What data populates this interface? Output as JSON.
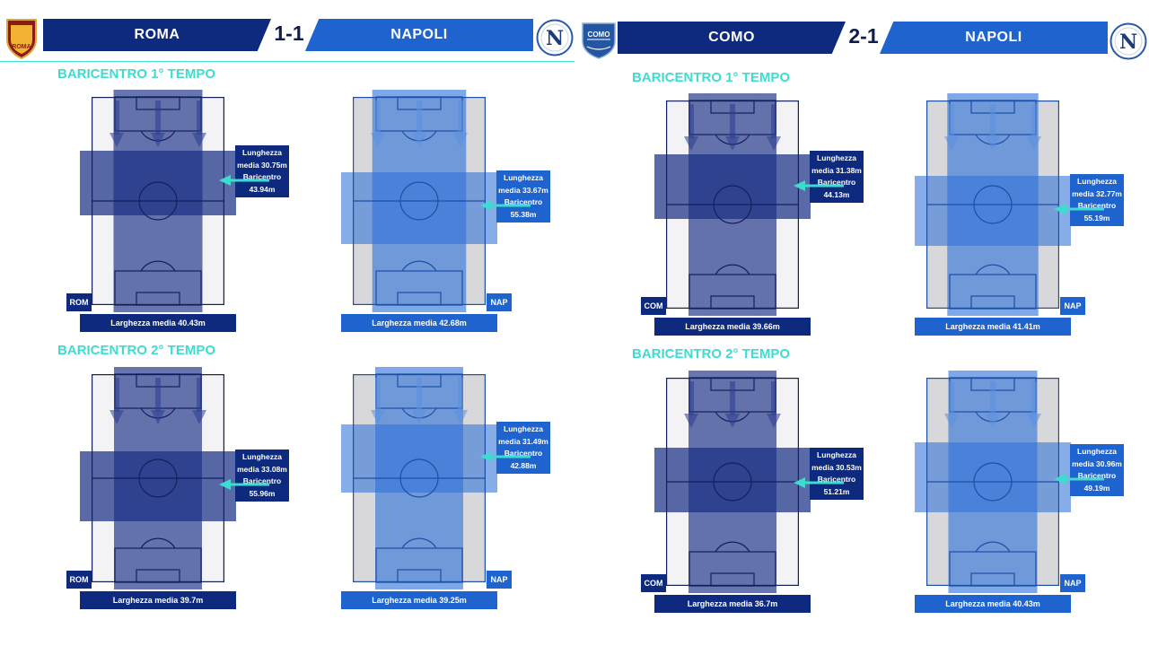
{
  "colors": {
    "teal": "#3ddcd1",
    "dark_navy": "#0d2a7e",
    "mid_blue": "#1f63cf",
    "home_block": "#1a2f85",
    "away_block": "#2f72d8"
  },
  "matches": [
    {
      "home": "ROMA",
      "away": "NAPOLI",
      "score": "1-1",
      "home_logo": "roma-logo-icon",
      "away_logo": "napoli-logo-icon",
      "logo_text_home": "ROMA",
      "logo_text_away": "N",
      "periods": [
        {
          "title": "BARICENTRO 1° TEMPO",
          "home": {
            "tag": "ROM",
            "lunghezza_label": "Lunghezza media 30.75m",
            "baricentro_label": "Baricentro",
            "baricentro_val": "43.94m",
            "larghezza_label": "Larghezza media 40.43m",
            "lunghezza": 30.75,
            "baricentro": 43.94,
            "larghezza": 40.43
          },
          "away": {
            "tag": "NAP",
            "lunghezza_label": "Lunghezza media 33.67m",
            "baricentro_label": "Baricentro",
            "baricentro_val": "55.38m",
            "larghezza_label": "Larghezza media 42.68m",
            "lunghezza": 33.67,
            "baricentro": 55.38,
            "larghezza": 42.68
          }
        },
        {
          "title": "BARICENTRO 2° TEMPO",
          "home": {
            "tag": "ROM",
            "lunghezza_label": "Lunghezza media 33.08m",
            "baricentro_label": "Baricentro",
            "baricentro_val": "55.96m",
            "larghezza_label": "Larghezza media 39.7m",
            "lunghezza": 33.08,
            "baricentro": 55.96,
            "larghezza": 39.7
          },
          "away": {
            "tag": "NAP",
            "lunghezza_label": "Lunghezza media 31.49m",
            "baricentro_label": "Baricentro",
            "baricentro_val": "42.88m",
            "larghezza_label": "Larghezza media 39.25m",
            "lunghezza": 31.49,
            "baricentro": 42.88,
            "larghezza": 39.25
          }
        }
      ]
    },
    {
      "home": "COMO",
      "away": "NAPOLI",
      "score": "2-1",
      "home_logo": "como-logo-icon",
      "away_logo": "napoli-logo-icon",
      "logo_text_home": "COMO",
      "logo_text_away": "N",
      "periods": [
        {
          "title": "BARICENTRO 1° TEMPO",
          "home": {
            "tag": "COM",
            "lunghezza_label": "Lunghezza media 31.38m",
            "baricentro_label": "Baricentro",
            "baricentro_val": "44.13m",
            "larghezza_label": "Larghezza media 39.66m",
            "lunghezza": 31.38,
            "baricentro": 44.13,
            "larghezza": 39.66
          },
          "away": {
            "tag": "NAP",
            "lunghezza_label": "Lunghezza media 32.77m",
            "baricentro_label": "Baricentro",
            "baricentro_val": "55.19m",
            "larghezza_label": "Larghezza media 41.41m",
            "lunghezza": 32.77,
            "baricentro": 55.19,
            "larghezza": 41.41
          }
        },
        {
          "title": "BARICENTRO 2° TEMPO",
          "home": {
            "tag": "COM",
            "lunghezza_label": "Lunghezza media 30.53m",
            "baricentro_label": "Baricentro",
            "baricentro_val": "51.21m",
            "larghezza_label": "Larghezza media 36.7m",
            "lunghezza": 30.53,
            "baricentro": 51.21,
            "larghezza": 36.7
          },
          "away": {
            "tag": "NAP",
            "lunghezza_label": "Lunghezza media 30.96m",
            "baricentro_label": "Baricentro",
            "baricentro_val": "49.19m",
            "larghezza_label": "Larghezza media 40.43m",
            "lunghezza": 30.96,
            "baricentro": 49.19,
            "larghezza": 40.43
          }
        }
      ]
    }
  ],
  "chart_data": {
    "type": "table",
    "unit": "m",
    "rows": [
      {
        "match": "ROMA 1-1 NAPOLI",
        "period": "1° TEMPO",
        "team": "ROM",
        "lunghezza_media": 30.75,
        "baricentro": 43.94,
        "larghezza_media": 40.43
      },
      {
        "match": "ROMA 1-1 NAPOLI",
        "period": "1° TEMPO",
        "team": "NAP",
        "lunghezza_media": 33.67,
        "baricentro": 55.38,
        "larghezza_media": 42.68
      },
      {
        "match": "ROMA 1-1 NAPOLI",
        "period": "2° TEMPO",
        "team": "ROM",
        "lunghezza_media": 33.08,
        "baricentro": 55.96,
        "larghezza_media": 39.7
      },
      {
        "match": "ROMA 1-1 NAPOLI",
        "period": "2° TEMPO",
        "team": "NAP",
        "lunghezza_media": 31.49,
        "baricentro": 42.88,
        "larghezza_media": 39.25
      },
      {
        "match": "COMO 2-1 NAPOLI",
        "period": "1° TEMPO",
        "team": "COM",
        "lunghezza_media": 31.38,
        "baricentro": 44.13,
        "larghezza_media": 39.66
      },
      {
        "match": "COMO 2-1 NAPOLI",
        "period": "1° TEMPO",
        "team": "NAP",
        "lunghezza_media": 32.77,
        "baricentro": 55.19,
        "larghezza_media": 41.41
      },
      {
        "match": "COMO 2-1 NAPOLI",
        "period": "2° TEMPO",
        "team": "COM",
        "lunghezza_media": 30.53,
        "baricentro": 51.21,
        "larghezza_media": 36.7
      },
      {
        "match": "COMO 2-1 NAPOLI",
        "period": "2° TEMPO",
        "team": "NAP",
        "lunghezza_media": 30.96,
        "baricentro": 49.19,
        "larghezza_media": 40.43
      }
    ]
  }
}
